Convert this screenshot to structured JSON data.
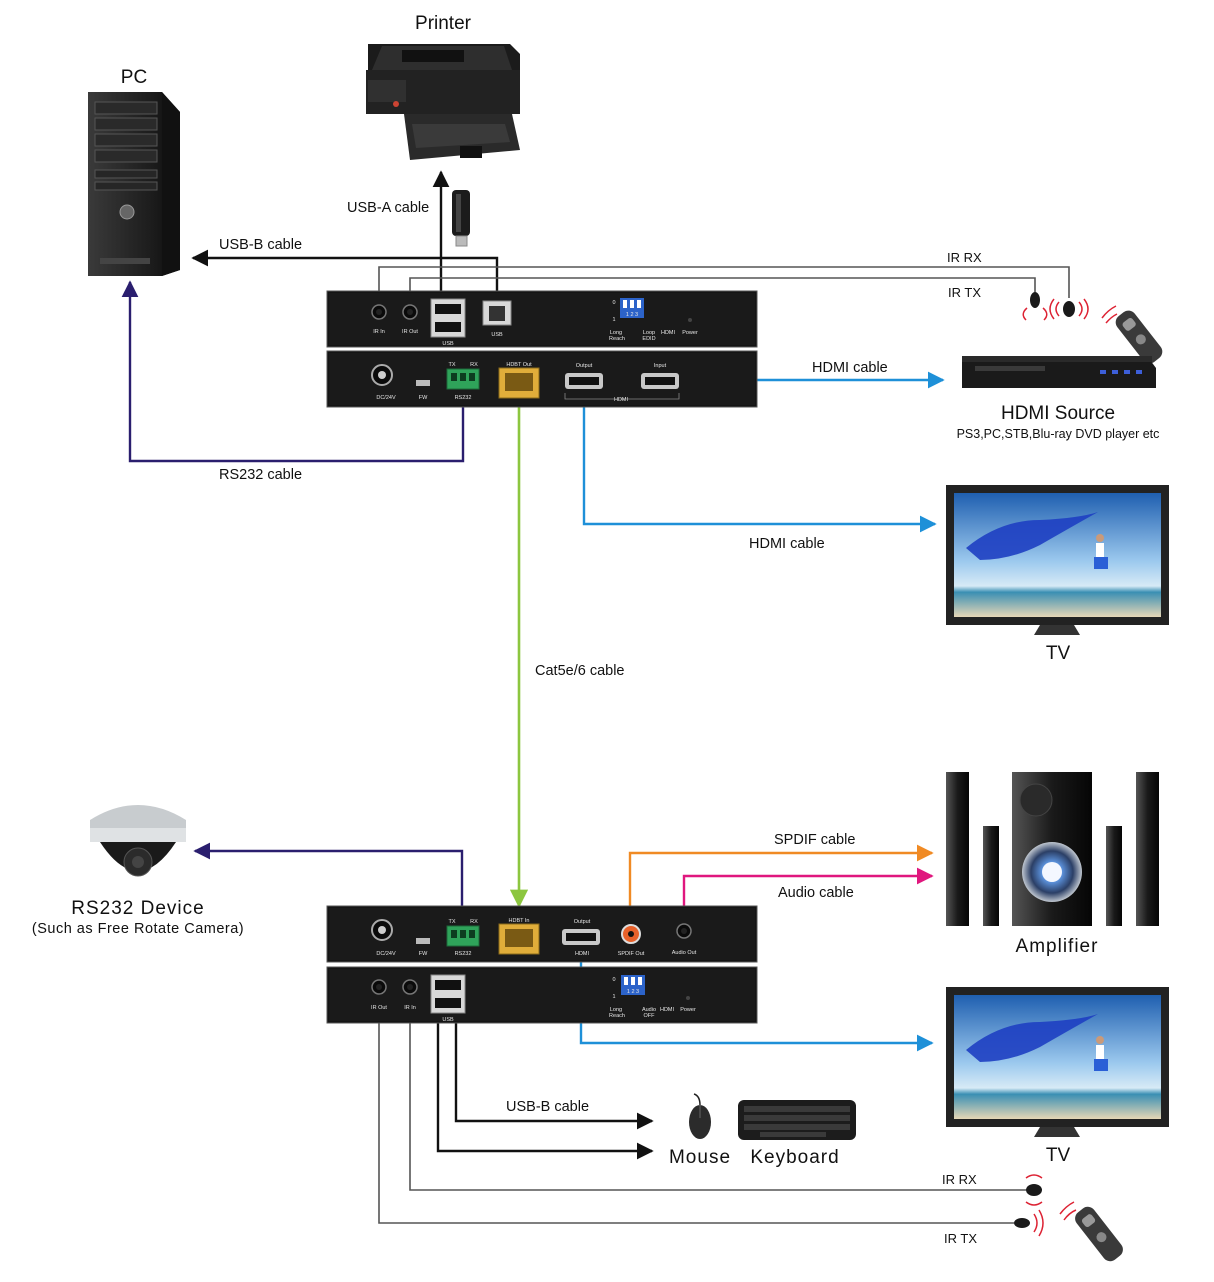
{
  "devices": {
    "pc": "PC",
    "printer": "Printer",
    "hdmi_source": "HDMI Source",
    "hdmi_source_sub": "PS3,PC,STB,Blu-ray DVD player etc",
    "tv_top": "TV",
    "tv_bottom": "TV",
    "rs232_device": "RS232 Device",
    "rs232_device_sub": "(Such as Free Rotate Camera)",
    "amplifier": "Amplifier",
    "mouse": "Mouse",
    "keyboard": "Keyboard"
  },
  "cables": {
    "usb_a": "USB-A cable",
    "usb_b_top": "USB-B cable",
    "ir_rx_top": "IR RX",
    "ir_tx_top": "IR TX",
    "hdmi_in": "HDMI cable",
    "rs232": "RS232 cable",
    "hdmi_out_top": "HDMI cable",
    "cat": "Cat5e/6 cable",
    "spdif": "SPDIF cable",
    "audio": "Audio cable",
    "usb_b_bottom": "USB-B cable",
    "ir_rx_bottom": "IR RX",
    "ir_tx_bottom": "IR TX"
  },
  "tx_front": {
    "ir_in": "IR In",
    "ir_out": "IR Out",
    "usb_a": "USB",
    "usb_b": "USB",
    "dip_0": "0",
    "dip_1": "1",
    "dip_nums": "1 2 3",
    "dip_on": "ON",
    "long_reach": "Long",
    "reach": "Reach",
    "loop": "Loop",
    "edid": "EDID",
    "hdmi": "HDMI",
    "power": "Power"
  },
  "tx_rear": {
    "dc": "DC/24V",
    "fw": "FW",
    "rs232_tx": "TX",
    "rs232_rx": "RX",
    "rs232": "RS232",
    "hdbt": "HDBT Out",
    "output": "Output",
    "input": "Input",
    "hdmi": "HDMI"
  },
  "rx_rear": {
    "dc": "DC/24V",
    "fw": "FW",
    "rs232_tx": "TX",
    "rs232_rx": "RX",
    "rs232": "RS232",
    "hdbt": "HDBT In",
    "output": "Output",
    "hdmi": "HDMI",
    "spdif": "SPDIF Out",
    "audio_out": "Audio Out"
  },
  "rx_front": {
    "ir_out": "IR Out",
    "ir_in": "IR In",
    "usb": "USB",
    "dip_0": "0",
    "dip_1": "1",
    "dip_nums": "1 2 3",
    "dip_on": "ON",
    "long": "Long",
    "reach": "Reach",
    "audio": "Audio",
    "off": "OFF",
    "hdmi": "HDMI",
    "power": "Power"
  },
  "colors": {
    "usb": "#111111",
    "rs232": "#2a1e6e",
    "hdmi": "#1e90d8",
    "cat": "#8cc63f",
    "spdif": "#f08a24",
    "audio": "#e0177e",
    "ir": "#555555"
  }
}
